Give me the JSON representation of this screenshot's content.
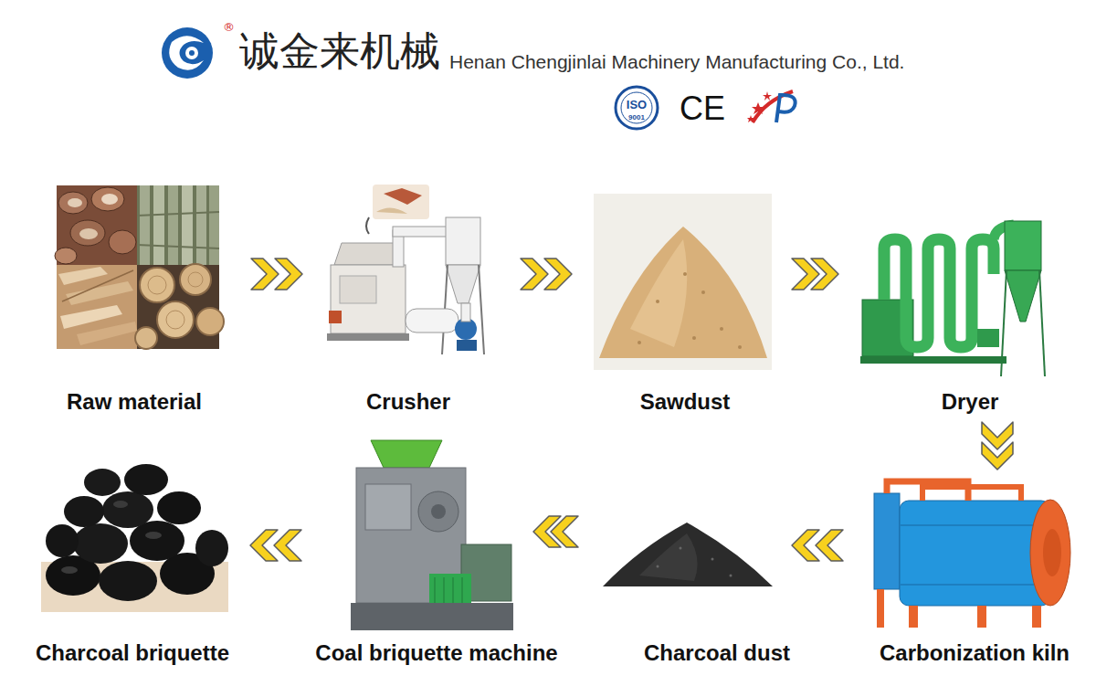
{
  "diagram": {
    "nodes": [
      {
        "text": [
          "Raw material"
        ]
      },
      {
        "text": [
          "Crusher"
        ]
      },
      {
        "text": [
          "Sawdust"
        ]
      },
      {
        "text": [
          "Dryer"
        ]
      },
      {
        "text": [
          "Carbonization kiln"
        ]
      },
      {
        "text": [
          "Charcoal dust"
        ]
      },
      {
        "text": [
          "Coal briquette machine"
        ]
      },
      {
        "text": [
          "Charcoal briquette"
        ]
      }
    ],
    "edges": [
      {
        "from": 0,
        "to": 1,
        "arrow": "to"
      },
      {
        "from": 1,
        "to": 2,
        "arrow": "to"
      },
      {
        "from": 2,
        "to": 3,
        "arrow": "to"
      },
      {
        "from": 3,
        "to": 4,
        "arrow": "to"
      },
      {
        "from": 4,
        "to": 5,
        "arrow": "to"
      },
      {
        "from": 5,
        "to": 6,
        "arrow": "to"
      },
      {
        "from": 6,
        "to": 7,
        "arrow": "to"
      }
    ],
    "labels": [
      "®",
      "诚金来机械",
      "Henan Chengjinlai Machinery Manufacturing Co., Ltd.",
      "ISO",
      "9001",
      "CE"
    ]
  }
}
